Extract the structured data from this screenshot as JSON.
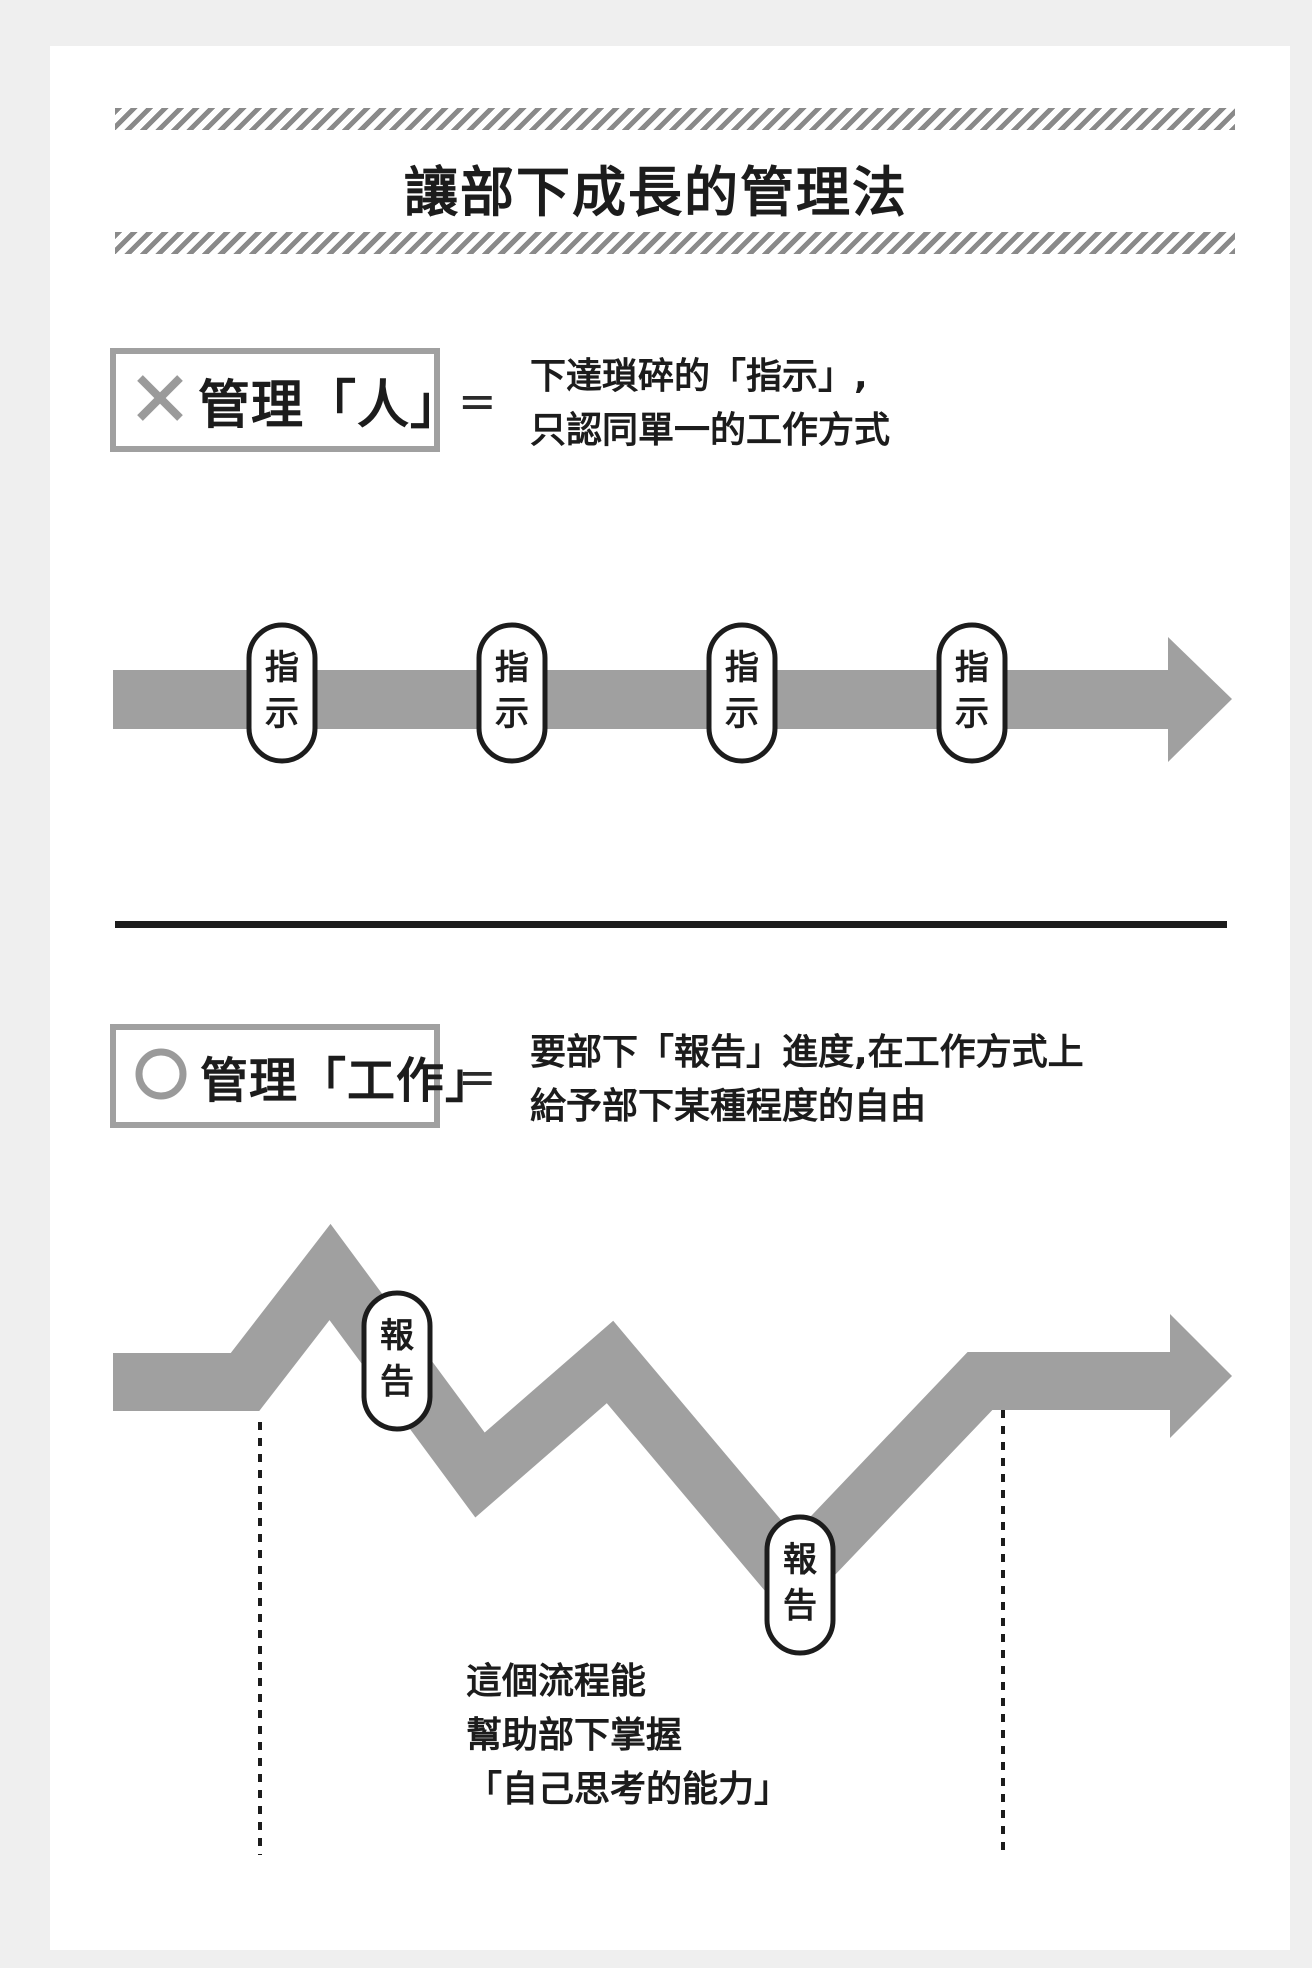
{
  "title": "讓部下成長的管理法",
  "bad_method": {
    "icon": "cross-icon",
    "label": "管理「人」",
    "equals": "=",
    "description": [
      "下達瑣碎的「指示」,",
      "只認同單一的工作方式"
    ],
    "pill_label": "指示",
    "pill_count": 4
  },
  "good_method": {
    "icon": "circle-icon",
    "label": "管理「工作」",
    "equals": "=",
    "description": [
      "要部下「報告」進度,在工作方式上",
      "給予部下某種程度的自由"
    ],
    "pill_label": "報告",
    "pill_count": 2
  },
  "caption": [
    "這個流程能",
    "幫助部下掌握",
    "「自己思考的能力」"
  ],
  "colors": {
    "arrow": "#a0a0a0",
    "ink": "#1c1c1c",
    "box_border": "#a0a0a0"
  }
}
